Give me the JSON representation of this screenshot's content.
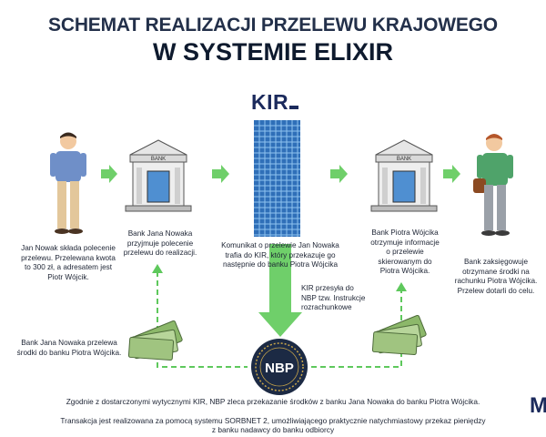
{
  "title": {
    "line1": "SCHEMAT REALIZACJI PRZELEWU KRAJOWEGO",
    "line2": "W SYSTEMIE ELIXIR"
  },
  "kir_logo": "KIR",
  "bank_sign": "BANK",
  "nbp_label": "NBP",
  "brand_letter": "M",
  "steps": {
    "jan_nowak": "Jan Nowak składa polecenie przelewu. Przelewana kwota to 300 zł, a adresatem jest Piotr Wójcik.",
    "bank_jana": "Bank Jana Nowaka przyjmuje polecenie przelewu do realizacji.",
    "kir": "Komunikat o przelewie Jan Nowaka trafia do KIR, który przekazuje go następnie do banku Piotra Wójcika",
    "bank_piotra": "Bank Piotra Wójcika otrzymuje informacje o przelewie skierowanym do Piotra Wójcika.",
    "piotr": "Bank zaksięgowuje otrzymane środki na rachunku Piotra Wójcika. Przelew dotarli do celu.",
    "kir_nbp": "KIR przesyła do NBP tzw. Instrukcje rozrachunkowe",
    "transfer": "Bank Jana Nowaka przelewa środki do banku Piotra Wójcika."
  },
  "footer": {
    "line1": "Zgodnie z dostarczonymi wytycznymi KIR, NBP zleca przekazanie środków z banku Jana Nowaka do banku Piotra Wójcika.",
    "line2": "Transakcja jest realizowana za pomocą systemu SORBNET 2, umożliwiającego praktycznie natychmiastowy przekaz pieniędzy",
    "line3": "z banku nadawcy do banku odbiorcy"
  },
  "colors": {
    "arrow_green": "#6fcf6a",
    "dash_green": "#5ec85c",
    "building_blue": "#4f8fd1",
    "kir_navy": "#1b2a5c",
    "nbp_dark": "#1c2a44",
    "money_green": "#8cb86a"
  }
}
